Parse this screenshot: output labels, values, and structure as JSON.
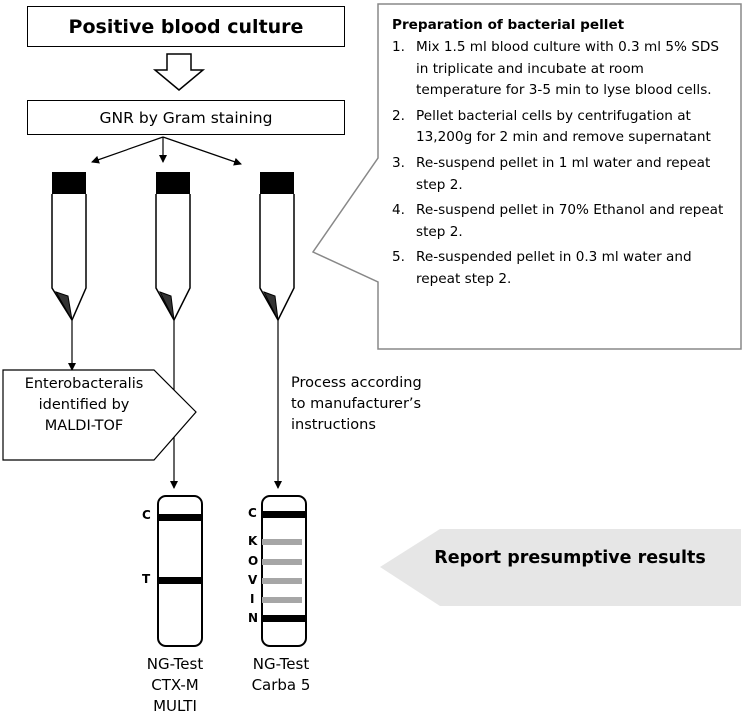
{
  "title": "Positive blood culture",
  "gram_stain": "GNR by Gram staining",
  "preparation": {
    "heading": "Preparation of bacterial pellet",
    "steps": [
      {
        "num": "1.",
        "text": "Mix 1.5 ml blood culture with 0.3 ml 5% SDS in triplicate and incubate at room temperature for 3-5 min to lyse blood cells."
      },
      {
        "num": "2.",
        "text": "Pellet bacterial cells by centrifugation at 13,200g for 2 min and remove supernatant"
      },
      {
        "num": "3.",
        "text": "Re-suspend pellet in 1 ml water and repeat step 2."
      },
      {
        "num": "4.",
        "text": "Re-suspend pellet in 70% Ethanol and repeat step 2."
      },
      {
        "num": "5.",
        "text": "Re-suspended pellet in 0.3 ml water and repeat step 2."
      }
    ]
  },
  "maldi_note": [
    "Enterobacteralis",
    "identified by",
    "MALDI-TOF"
  ],
  "process_note": [
    "Process according",
    "to manufacturer’s",
    "instructions"
  ],
  "strip1": {
    "letters": [
      "C",
      "T"
    ],
    "caption": [
      "NG-Test",
      "CTX-M",
      "MULTI"
    ]
  },
  "strip2": {
    "letters": [
      "C",
      "K",
      "O",
      "V",
      "I",
      "N"
    ],
    "caption": [
      "NG-Test",
      "Carba 5"
    ]
  },
  "report": "Report presumptive results",
  "colors": {
    "tube_cap": "#000000",
    "strip_line_dark": "#000000",
    "strip_line_gray": "#a6a6a6",
    "report_arrow": "#e6e6e6",
    "outline": "#000000"
  }
}
